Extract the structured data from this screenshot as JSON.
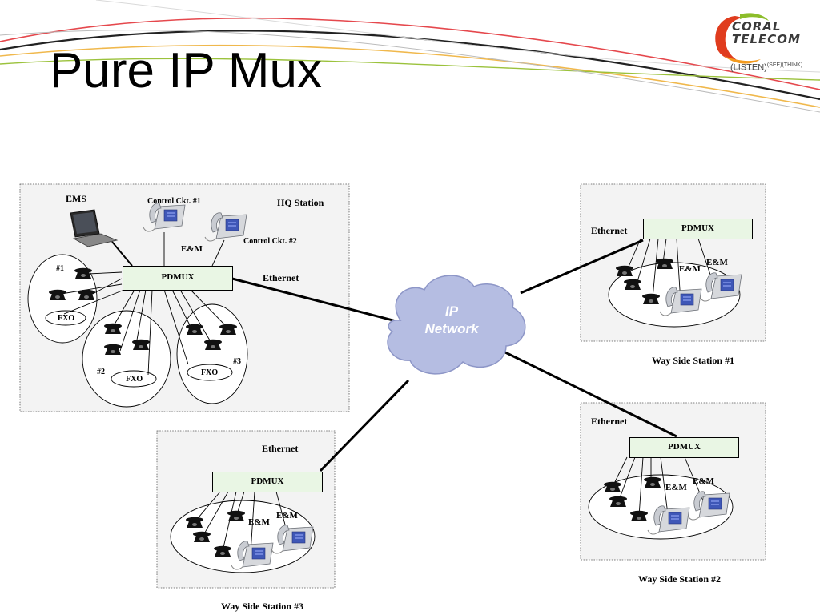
{
  "slide": {
    "title": "Pure IP Mux"
  },
  "logo": {
    "line1": "CORAL",
    "line2": "TELECOM",
    "listen": "(LISTEN)",
    "see": "(SEE)",
    "think": "(THINK)",
    "colors": {
      "red": "#e03c1e",
      "orange": "#f39a1e",
      "green": "#8cbd2a",
      "text": "#3a3a3a"
    }
  },
  "network": {
    "line1": "IP",
    "line2": "Network",
    "cloud_color": "#b5bde2"
  },
  "hq": {
    "ems_label": "EMS",
    "control1": "Control Ckt. #1",
    "control2": "Control Ckt. #2",
    "station_label": "HQ Station",
    "em_label": "E&M",
    "pdmux": "PDMUX",
    "ethernet": "Ethernet",
    "group1": "#1",
    "group2": "#2",
    "group3": "#3",
    "fxo": "FXO"
  },
  "way1": {
    "ethernet": "Ethernet",
    "pdmux": "PDMUX",
    "em_a": "E&M",
    "em_b": "E&M",
    "caption": "Way Side Station #1"
  },
  "way2": {
    "ethernet": "Ethernet",
    "pdmux": "PDMUX",
    "em_a": "E&M",
    "em_b": "E&M",
    "caption": "Way Side Station #2"
  },
  "way3": {
    "ethernet": "Ethernet",
    "pdmux": "PDMUX",
    "em_a": "E&M",
    "em_b": "E&M",
    "caption": "Way Side Station #3"
  }
}
